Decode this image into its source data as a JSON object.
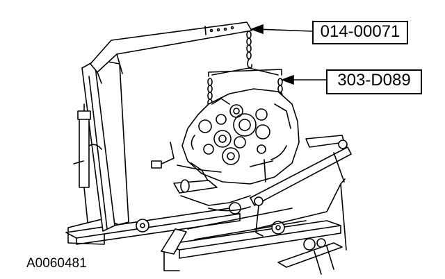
{
  "callouts": {
    "upper_part_number": "014-00071",
    "lower_part_number": "303-D089"
  },
  "figure_id": "A0060481",
  "colors": {
    "line": "#000000",
    "background": "#ffffff"
  }
}
